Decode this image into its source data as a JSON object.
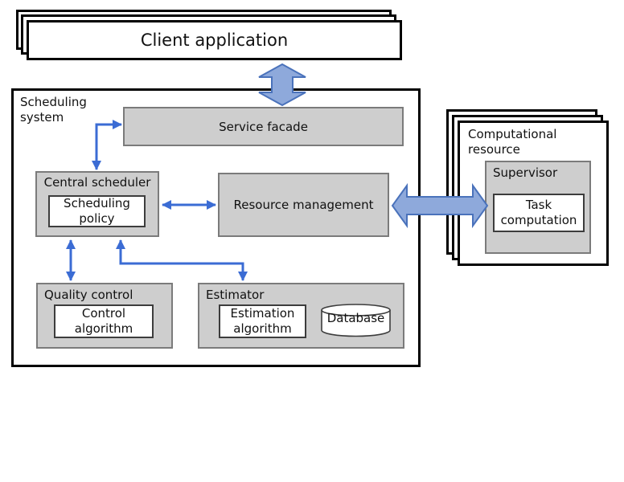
{
  "colors": {
    "thin_arrow": "#3b6cd4",
    "thick_arrow_fill": "#8ea9db",
    "thick_arrow_stroke": "#4a72bb",
    "box_fill": "#cecece",
    "box_border": "#7b7b7b",
    "inner_border": "#3d3d3d"
  },
  "nodes": {
    "client_application": "Client application",
    "scheduling_system": "Scheduling system",
    "service_facade": "Service facade",
    "central_scheduler": "Central scheduler",
    "scheduling_policy": "Scheduling policy",
    "resource_management": "Resource management",
    "quality_control": "Quality control",
    "control_algorithm": "Control algorithm",
    "estimator": "Estimator",
    "estimation_algorithm": "Estimation algorithm",
    "database": "Database",
    "computational_resource": "Computational resource",
    "supervisor": "Supervisor",
    "task_computation": "Task computation"
  },
  "edges": [
    {
      "from": "client_application",
      "to": "scheduling_system",
      "style": "thick-double-headed"
    },
    {
      "from": "service_facade",
      "to": "central_scheduler",
      "style": "thin-double-headed-elbow"
    },
    {
      "from": "central_scheduler",
      "to": "resource_management",
      "style": "thin-double-headed"
    },
    {
      "from": "central_scheduler",
      "to": "quality_control",
      "style": "thin-double-headed"
    },
    {
      "from": "central_scheduler",
      "to": "estimator",
      "style": "thin-double-headed-elbow"
    },
    {
      "from": "resource_management",
      "to": "computational_resource",
      "style": "thick-double-headed"
    }
  ]
}
